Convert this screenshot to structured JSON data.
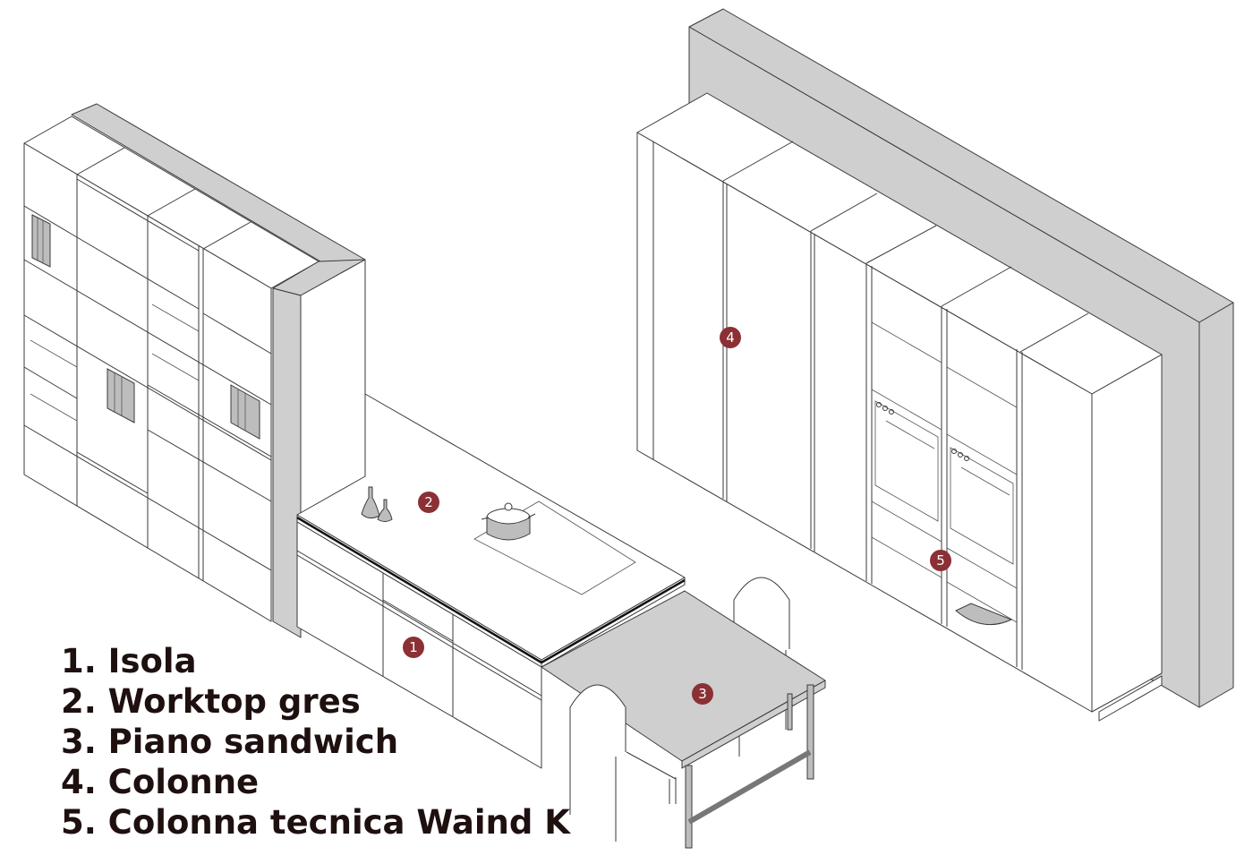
{
  "markers": [
    {
      "id": "isola",
      "num": "1"
    },
    {
      "id": "worktop",
      "num": "2"
    },
    {
      "id": "piano",
      "num": "3"
    },
    {
      "id": "colonne",
      "num": "4"
    },
    {
      "id": "colonna-tecnica",
      "num": "5"
    }
  ],
  "legend": [
    "1. Isola",
    "2. Worktop gres",
    "3. Piano sandwich",
    "4. Colonne",
    "5. Colonna tecnica Waind K"
  ],
  "colors": {
    "marker": "#8b3035",
    "text": "#1f1010",
    "wall": "#cfcfcf"
  }
}
